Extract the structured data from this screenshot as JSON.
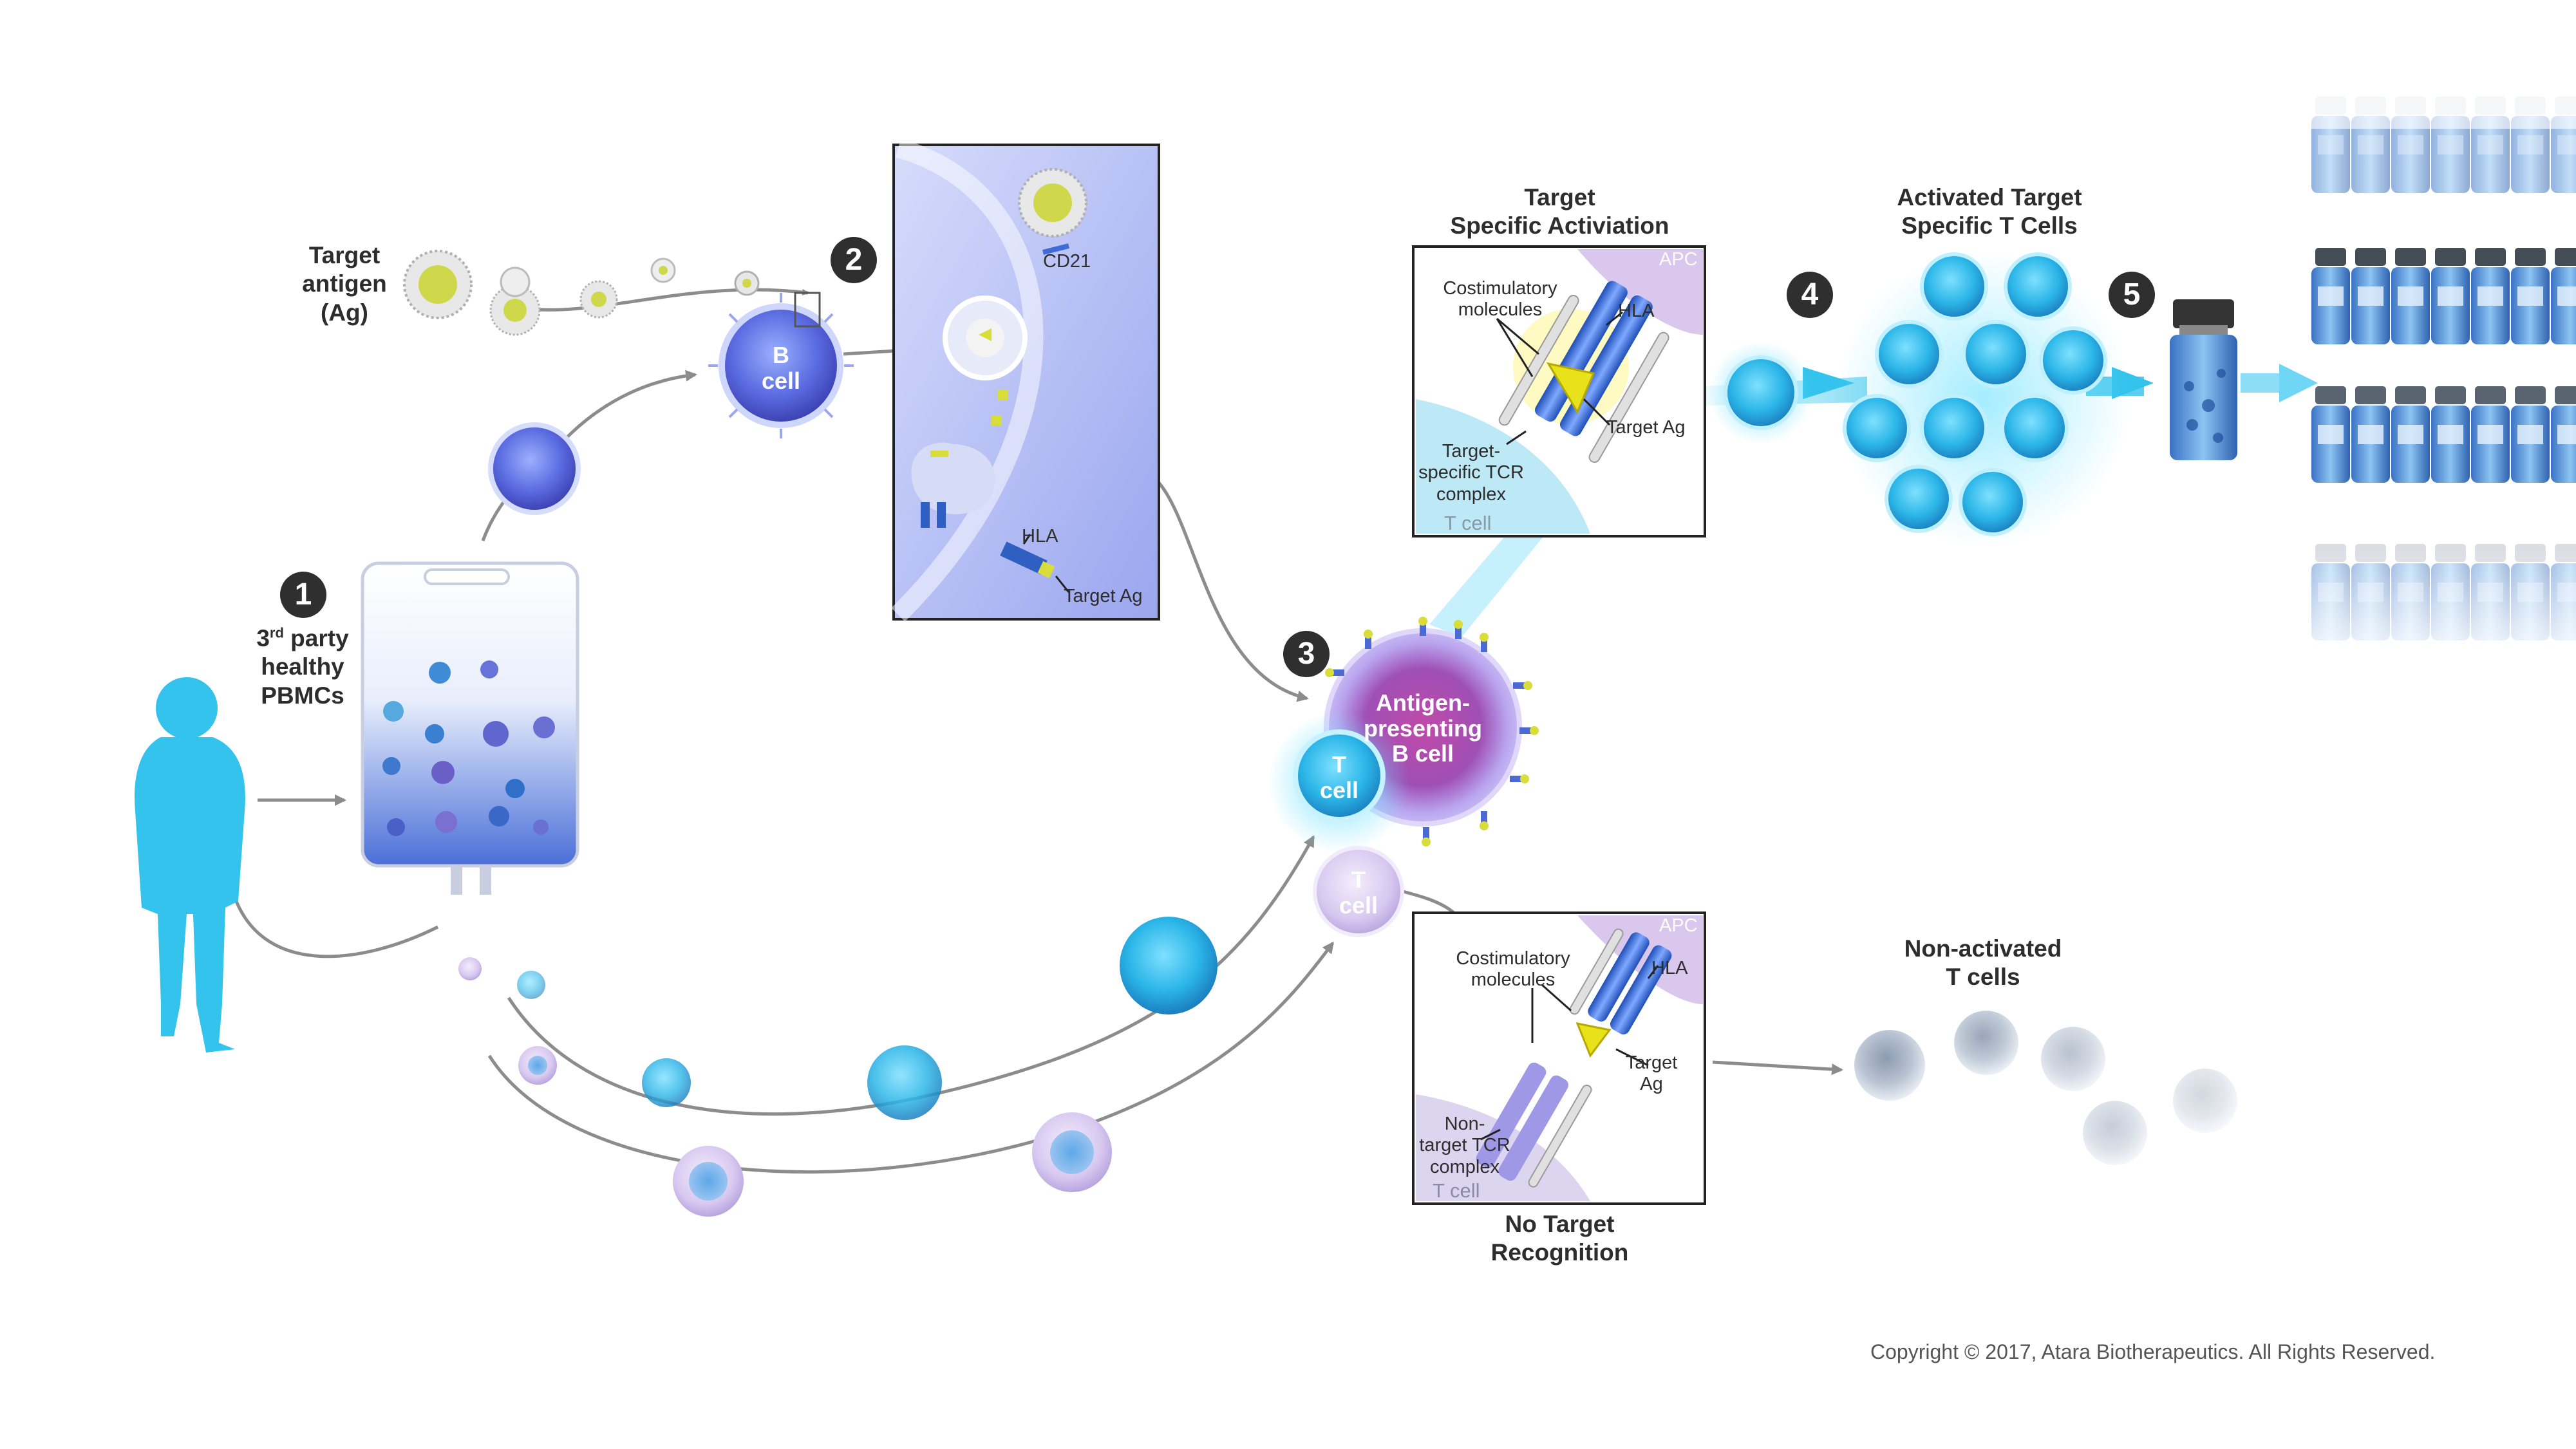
{
  "step_badges": [
    "1",
    "2",
    "3",
    "4",
    "5"
  ],
  "labels": {
    "target_antigen": [
      "Target",
      "antigen",
      "(Ag)"
    ],
    "donor_sup": "rd",
    "donor_prefix": "3",
    "donor_lines": [
      " party",
      "healthy",
      "PBMCs"
    ],
    "b_cell": [
      "B",
      "cell"
    ],
    "cd21": "CD21",
    "hla": "HLA",
    "target_ag": "Target Ag",
    "apb_cell": [
      "Antigen-",
      "presenting",
      "B cell"
    ],
    "t_cell": [
      "T",
      "cell"
    ],
    "target_specific_activation": [
      "Target",
      "Specific Activiation"
    ],
    "activated_t_cells": [
      "Activated Target",
      "Specific T Cells"
    ],
    "non_activated_t_cells": [
      "Non-activated",
      "T cells"
    ],
    "no_target_recognition": [
      "No Target",
      "Recognition"
    ]
  },
  "inset_activation": {
    "apc": "APC",
    "costim": [
      "Costimulatory",
      "molecules"
    ],
    "hla": "HLA",
    "target_ag": "Target Ag",
    "tcr": [
      "Target-",
      "specific TCR",
      "complex"
    ],
    "t_cell": "T cell"
  },
  "inset_no_recognition": {
    "apc": "APC",
    "costim": [
      "Costimulatory",
      "molecules"
    ],
    "hla": "HLA",
    "target_ag": [
      "Target",
      "Ag"
    ],
    "tcr": [
      "Non-",
      "target TCR",
      "complex"
    ],
    "t_cell": "T cell"
  },
  "copyright": "Copyright © 2017, Atara Biotherapeutics. All Rights Reserved.",
  "colors": {
    "cyan": "#33c3ec",
    "purple_cell": "#7f7fe0",
    "apc_purple": "#a15aad",
    "badge": "#2f2f2f",
    "arrow": "#8c8c8c"
  }
}
